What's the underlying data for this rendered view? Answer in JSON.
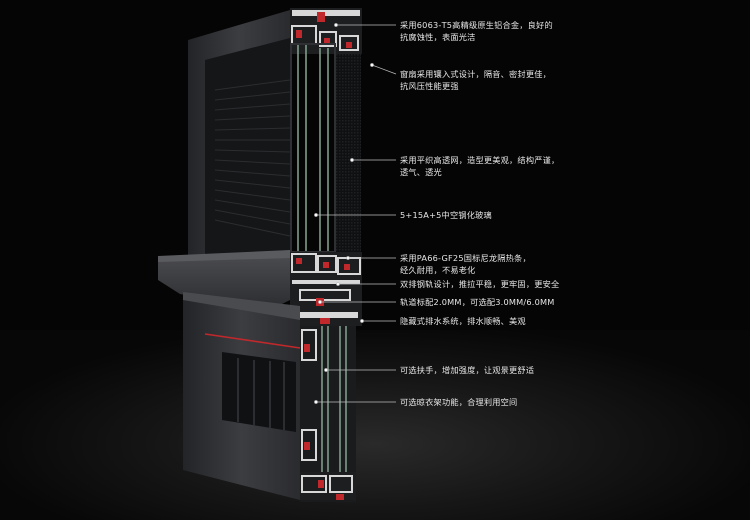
{
  "colors": {
    "background": "#050505",
    "frame": "#3a3b3e",
    "frame_dark": "#1f2022",
    "profile": "#d8d8d8",
    "strip": "#c0282c",
    "glass": "#7f9b8a",
    "text": "#e6e6e6",
    "leader": "#bdbdbd"
  },
  "annotations": [
    {
      "id": "profile",
      "text": "采用6063-T5高精级原生铝合金，良好的\n抗腐蚀性，表面光洁"
    },
    {
      "id": "sash",
      "text": "窗扇采用镶入式设计，隔音、密封更佳，\n抗风压性能更强"
    },
    {
      "id": "mesh",
      "text": "采用平织高透网，造型更美观，结构严谨，\n透气、透光"
    },
    {
      "id": "glass",
      "text": "5+15A+5中空钢化玻璃"
    },
    {
      "id": "strip",
      "text": "采用PA66-GF25国标尼龙隔热条，\n经久耐用，不易老化"
    },
    {
      "id": "track",
      "text": "双排钢轨设计，推拉平稳，更牢固，更安全"
    },
    {
      "id": "rail",
      "text": "轨道标配2.0MM，可选配3.0MM/6.0MM"
    },
    {
      "id": "drain",
      "text": "隐藏式排水系统，排水顺畅、美观"
    },
    {
      "id": "handle",
      "text": "可选扶手，增加强度，让观景更舒适"
    },
    {
      "id": "rack",
      "text": "可选晾衣架功能，合理利用空间"
    }
  ]
}
